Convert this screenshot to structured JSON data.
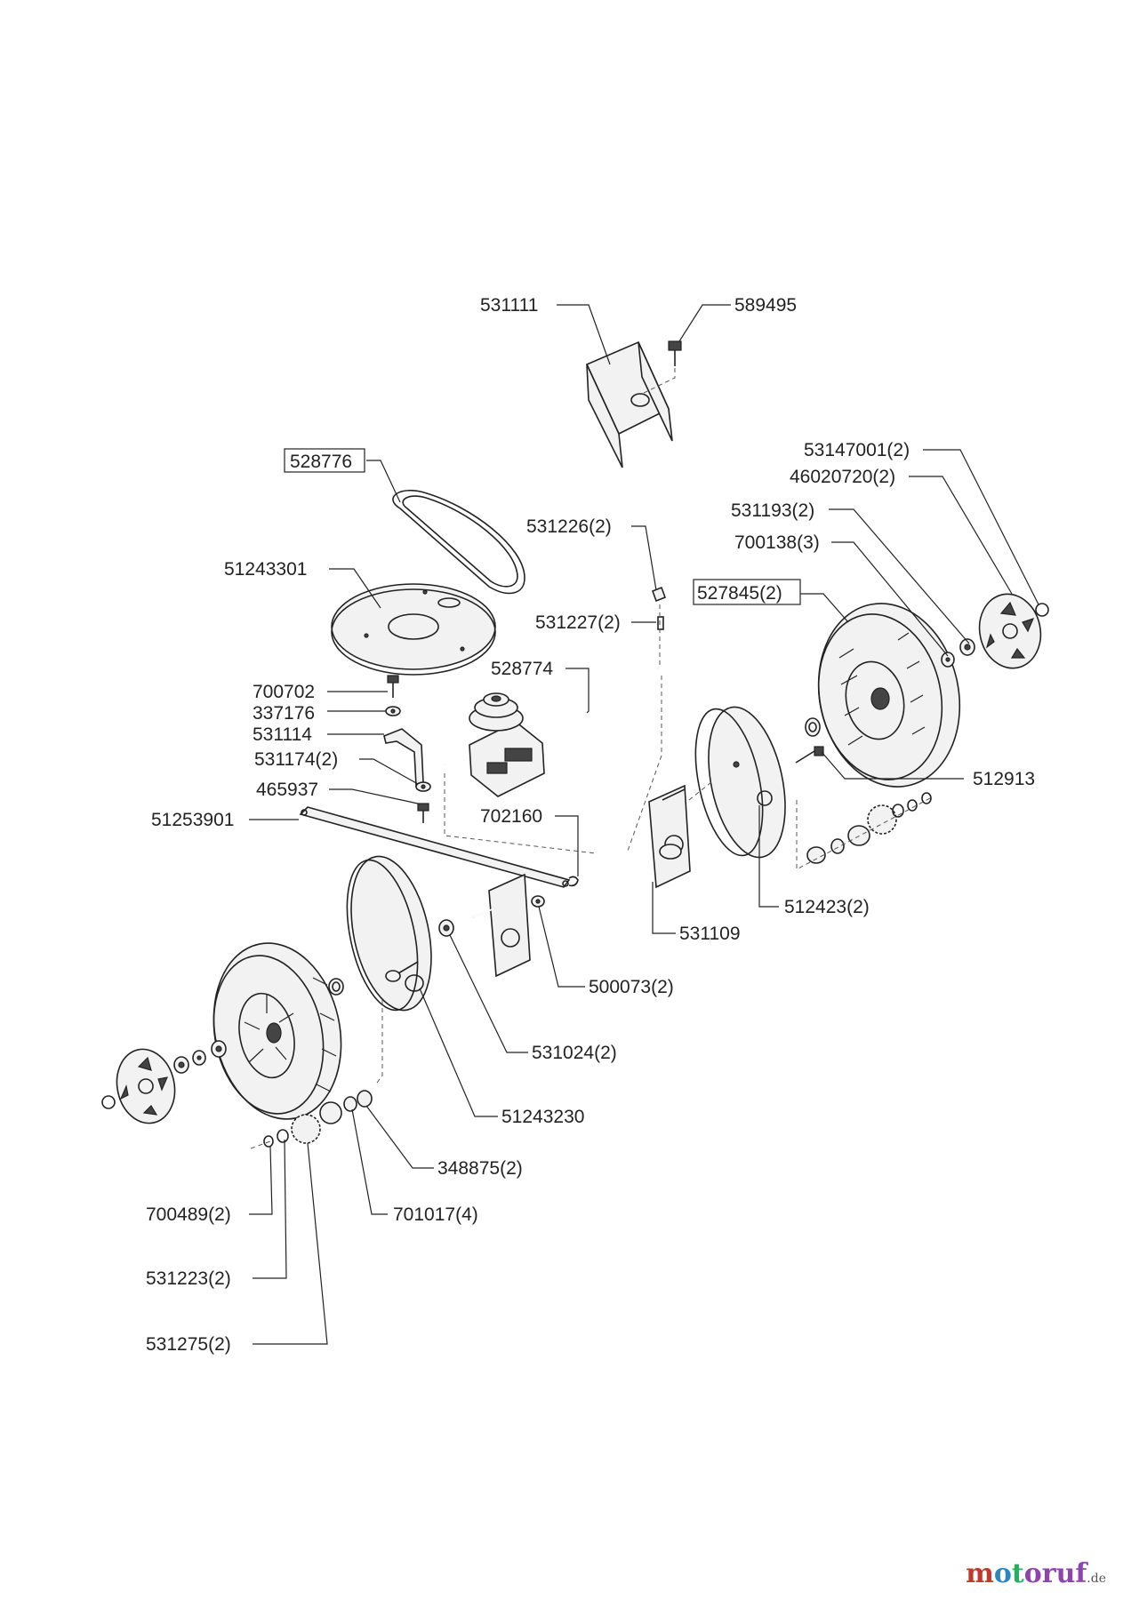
{
  "labels": {
    "l531111": "531111",
    "l589495": "589495",
    "l528776": "528776",
    "l53147001": "53147001(2)",
    "l46020720": "46020720(2)",
    "l531193": "531193(2)",
    "l700138": "700138(3)",
    "l531226": "531226(2)",
    "l51243301": "51243301",
    "l527845": "527845(2)",
    "l531227": "531227(2)",
    "l528774": "528774",
    "l700702": "700702",
    "l337176": "337176",
    "l531114": "531114",
    "l531174": "531174(2)",
    "l465937": "465937",
    "l512913": "512913",
    "l51253901": "51253901",
    "l702160": "702160",
    "l512423": "512423(2)",
    "l531109": "531109",
    "l500073": "500073(2)",
    "l531024": "531024(2)",
    "l51243230": "51243230",
    "l348875": "348875(2)",
    "l700489": "700489(2)",
    "l701017": "701017(4)",
    "l531223": "531223(2)",
    "l531275": "531275(2)"
  },
  "logo": {
    "m": "m",
    "o": "o",
    "t": "t",
    "rest": "oruf",
    "suffix": ".de"
  }
}
